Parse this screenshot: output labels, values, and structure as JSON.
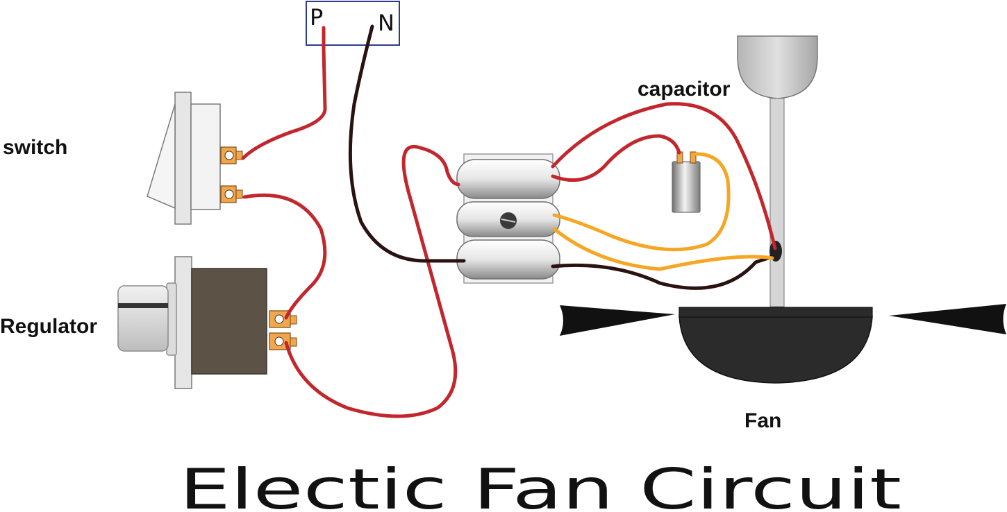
{
  "title": "Electic Fan Circuit",
  "supply": {
    "phase_label": "P",
    "neutral_label": "N"
  },
  "labels": {
    "switch": "switch",
    "regulator": "Regulator",
    "capacitor": "capacitor",
    "fan": "Fan"
  },
  "colors": {
    "live_wire": "#c1272d",
    "neutral_wire": "#2b1212",
    "capacitor_wire": "#f5a623",
    "regulator_body": "#5c5346",
    "fan_body": "#2b2b2b",
    "supply_box_border": "#2e3a8c",
    "terminal": "#f2a64c"
  },
  "icons": [
    "switch-icon",
    "regulator-icon",
    "capacitor-icon",
    "terminal-block-icon",
    "ceiling-fan-icon"
  ]
}
